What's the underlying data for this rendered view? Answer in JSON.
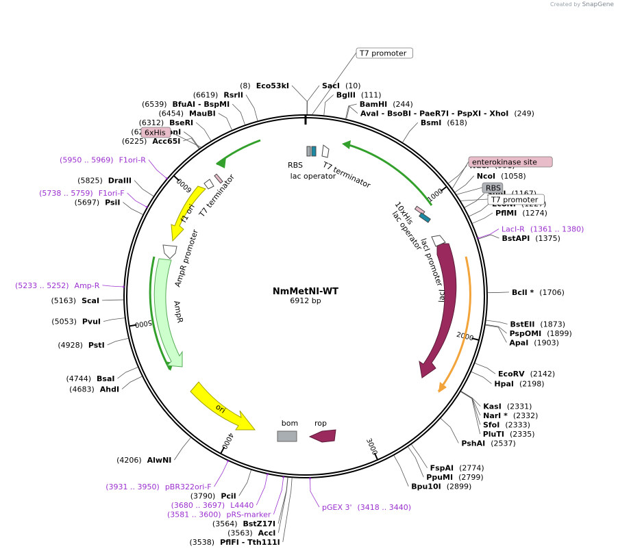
{
  "credit": {
    "prefix": "Created by",
    "app": "SnapGene"
  },
  "plasmid": {
    "name": "NmMetNI-WT",
    "size_label": "6912 bp",
    "length": 6912
  },
  "ticks": [
    {
      "pos": 1000,
      "label": "1000"
    },
    {
      "pos": 2000,
      "label": "2000"
    },
    {
      "pos": 3000,
      "label": "3000"
    },
    {
      "pos": 4000,
      "label": "4000"
    },
    {
      "pos": 5000,
      "label": "5000"
    },
    {
      "pos": 6000,
      "label": "6000"
    }
  ],
  "sites": [
    {
      "pos": 8,
      "name": "Eco53kI",
      "coord": "(8)",
      "side": "left"
    },
    {
      "pos": 10,
      "name": "SacI",
      "coord": "(10)",
      "side": "right"
    },
    {
      "pos": 111,
      "name": "BglII",
      "coord": "(111)",
      "side": "right"
    },
    {
      "pos": 244,
      "name": "BamHI",
      "coord": "(244)",
      "side": "right"
    },
    {
      "pos": 249,
      "name": "AvaI - BsoBI - PaeR7I - PspXI - XhoI",
      "coord": "(249)",
      "side": "right"
    },
    {
      "pos": 618,
      "name": "BsmI",
      "coord": "(618)",
      "side": "right"
    },
    {
      "pos": 991,
      "name": "NdeI",
      "coord": "(991)",
      "side": "right"
    },
    {
      "pos": 1058,
      "name": "NcoI",
      "coord": "(1058)",
      "side": "right"
    },
    {
      "pos": 1167,
      "name": "SphI",
      "coord": "(1167)",
      "side": "right"
    },
    {
      "pos": 1227,
      "name": "EcoNI",
      "coord": "(1227)",
      "side": "right"
    },
    {
      "pos": 1274,
      "name": "PflMI",
      "coord": "(1274)",
      "side": "right"
    },
    {
      "pos": 1375,
      "name": "BstAPI",
      "coord": "(1375)",
      "side": "right"
    },
    {
      "pos": 1706,
      "name": "BclI *",
      "coord": "(1706)",
      "side": "right"
    },
    {
      "pos": 1873,
      "name": "BstEII",
      "coord": "(1873)",
      "side": "right"
    },
    {
      "pos": 1899,
      "name": "PspOMI",
      "coord": "(1899)",
      "side": "right"
    },
    {
      "pos": 1903,
      "name": "ApaI",
      "coord": "(1903)",
      "side": "right"
    },
    {
      "pos": 2142,
      "name": "EcoRV",
      "coord": "(2142)",
      "side": "right"
    },
    {
      "pos": 2198,
      "name": "HpaI",
      "coord": "(2198)",
      "side": "right"
    },
    {
      "pos": 2331,
      "name": "KasI",
      "coord": "(2331)",
      "side": "right"
    },
    {
      "pos": 2332,
      "name": "NarI *",
      "coord": "(2332)",
      "side": "right"
    },
    {
      "pos": 2333,
      "name": "SfoI",
      "coord": "(2333)",
      "side": "right"
    },
    {
      "pos": 2335,
      "name": "PluTI",
      "coord": "(2335)",
      "side": "right"
    },
    {
      "pos": 2537,
      "name": "PshAI",
      "coord": "(2537)",
      "side": "right"
    },
    {
      "pos": 2774,
      "name": "FspAI",
      "coord": "(2774)",
      "side": "right"
    },
    {
      "pos": 2799,
      "name": "PpuMI",
      "coord": "(2799)",
      "side": "right"
    },
    {
      "pos": 2899,
      "name": "Bpu10I",
      "coord": "(2899)",
      "side": "right"
    },
    {
      "pos": 3538,
      "name": "PflFI - Tth111I",
      "coord": "(3538)",
      "side": "left"
    },
    {
      "pos": 3563,
      "name": "AccI",
      "coord": "(3563)",
      "side": "left"
    },
    {
      "pos": 3564,
      "name": "BstZ17I",
      "coord": "(3564)",
      "side": "left"
    },
    {
      "pos": 3790,
      "name": "PciI",
      "coord": "(3790)",
      "side": "left"
    },
    {
      "pos": 4206,
      "name": "AlwNI",
      "coord": "(4206)",
      "side": "left"
    },
    {
      "pos": 4683,
      "name": "AhdI",
      "coord": "(4683)",
      "side": "left"
    },
    {
      "pos": 4744,
      "name": "BsaI",
      "coord": "(4744)",
      "side": "left"
    },
    {
      "pos": 4928,
      "name": "PstI",
      "coord": "(4928)",
      "side": "left"
    },
    {
      "pos": 5053,
      "name": "PvuI",
      "coord": "(5053)",
      "side": "left"
    },
    {
      "pos": 5163,
      "name": "ScaI",
      "coord": "(5163)",
      "side": "left"
    },
    {
      "pos": 5697,
      "name": "PsiI",
      "coord": "(5697)",
      "side": "left"
    },
    {
      "pos": 5825,
      "name": "DraIII",
      "coord": "(5825)",
      "side": "left"
    },
    {
      "pos": 6225,
      "name": "Acc65I",
      "coord": "(6225)",
      "side": "left"
    },
    {
      "pos": 6229,
      "name": "KpnI",
      "coord": "(6229)",
      "side": "left"
    },
    {
      "pos": 6312,
      "name": "BseRI",
      "coord": "(6312)",
      "side": "left"
    },
    {
      "pos": 6454,
      "name": "MauBI",
      "coord": "(6454)",
      "side": "left"
    },
    {
      "pos": 6539,
      "name": "BfuAI - BspMI",
      "coord": "(6539)",
      "side": "left"
    },
    {
      "pos": 6619,
      "name": "RsrII",
      "coord": "(6619)",
      "side": "left"
    }
  ],
  "primers": [
    {
      "pos": 5959,
      "name": "F1ori-R",
      "coord": "(5950 .. 5969)",
      "side": "left"
    },
    {
      "pos": 5748,
      "name": "F1ori-F",
      "coord": "(5738 .. 5759)",
      "side": "left"
    },
    {
      "pos": 5242,
      "name": "Amp-R",
      "coord": "(5233 .. 5252)",
      "side": "left"
    },
    {
      "pos": 3940,
      "name": "pBR322ori-F",
      "coord": "(3931 .. 3950)",
      "side": "left"
    },
    {
      "pos": 3688,
      "name": "L4440",
      "coord": "(3680 .. 3697)",
      "side": "left"
    },
    {
      "pos": 3590,
      "name": "pRS-marker",
      "coord": "(3581 .. 3600)",
      "side": "left"
    },
    {
      "pos": 3429,
      "name": "pGEX 3'",
      "coord": "(3418 .. 3440)",
      "side": "right"
    },
    {
      "pos": 1370,
      "name": "LacI-R",
      "coord": "(1361 .. 1380)",
      "side": "right"
    }
  ],
  "boxed_labels": [
    {
      "pos": 40,
      "text": "T7 promoter",
      "style": "outline"
    },
    {
      "pos": 6240,
      "text": "6xHis",
      "style": "pink"
    },
    {
      "pos": 1030,
      "text": "enterokinase site",
      "style": "pink"
    },
    {
      "pos": 1075,
      "text": "RBS",
      "style": "gray"
    },
    {
      "pos": 1120,
      "text": "T7 promoter",
      "style": "outline"
    }
  ],
  "inner_labels": [
    {
      "text": "RBS"
    },
    {
      "text": "lac operator"
    },
    {
      "text": "T7 terminator"
    },
    {
      "text": "T7 terminator"
    },
    {
      "text": "10xHis"
    },
    {
      "text": "lac operator"
    },
    {
      "text": "lacI promoter"
    },
    {
      "text": "AmpR promoter"
    },
    {
      "text": "f1 ori"
    },
    {
      "text": "AmpR"
    },
    {
      "text": "lacI"
    },
    {
      "text": "ori"
    },
    {
      "text": "bom"
    },
    {
      "text": "rop"
    }
  ],
  "colors": {
    "backbone": "#000000",
    "cds_green": "#33a02c",
    "lacI": "#9a2a5e",
    "orf_orange": "#f2a33a",
    "f1ori": "#ffff00",
    "ampr": "#ccffcc",
    "primer": "#9b30d0",
    "pink_box": "#e8bcc8",
    "gray_box": "#b0b3b8"
  }
}
